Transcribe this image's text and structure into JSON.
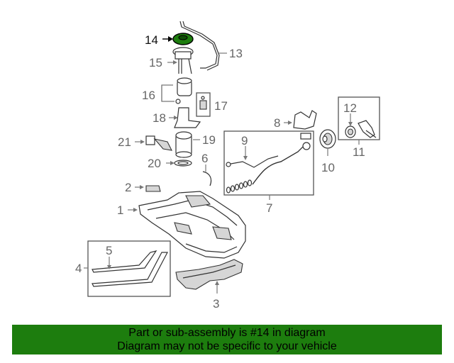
{
  "diagram": {
    "highlight_color": "#1d7d0e",
    "callouts": [
      {
        "id": "c1",
        "text": "1"
      },
      {
        "id": "c2",
        "text": "2"
      },
      {
        "id": "c3",
        "text": "3"
      },
      {
        "id": "c4",
        "text": "4"
      },
      {
        "id": "c5",
        "text": "5"
      },
      {
        "id": "c6",
        "text": "6"
      },
      {
        "id": "c7",
        "text": "7"
      },
      {
        "id": "c8",
        "text": "8"
      },
      {
        "id": "c9",
        "text": "9"
      },
      {
        "id": "c10",
        "text": "10"
      },
      {
        "id": "c11",
        "text": "11"
      },
      {
        "id": "c12",
        "text": "12"
      },
      {
        "id": "c13",
        "text": "13"
      },
      {
        "id": "c14",
        "text": "14"
      },
      {
        "id": "c15",
        "text": "15"
      },
      {
        "id": "c16",
        "text": "16"
      },
      {
        "id": "c17",
        "text": "17"
      },
      {
        "id": "c18",
        "text": "18"
      },
      {
        "id": "c19",
        "text": "19"
      },
      {
        "id": "c20",
        "text": "20"
      },
      {
        "id": "c21",
        "text": "21"
      }
    ]
  },
  "banner": {
    "line1": "Part or sub-assembly is #14 in diagram",
    "line2": "Diagram may not be specific to your vehicle",
    "background": "#1d7d0e"
  }
}
